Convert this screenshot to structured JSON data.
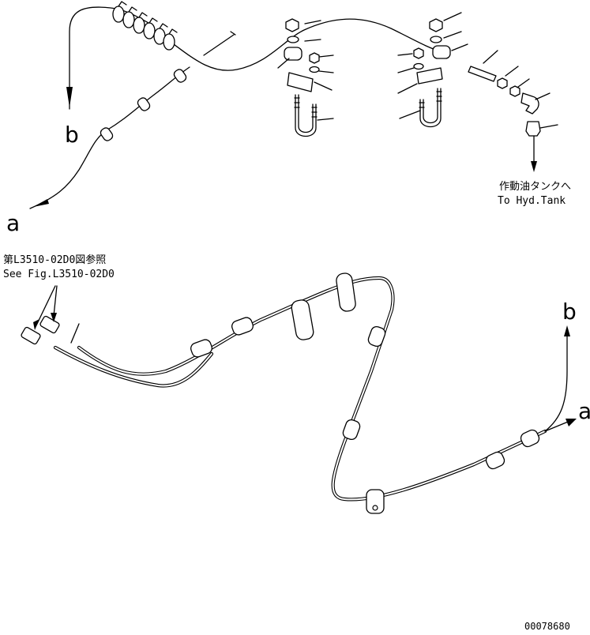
{
  "labels": {
    "b_top": "b",
    "a_top": "a",
    "b_bottom": "b",
    "a_bottom": "a"
  },
  "notes": {
    "tank_ja": "作動油タンクへ",
    "tank_en": "To Hyd.Tank",
    "ref_ja": "第L3510-02D0図参照",
    "ref_en": "See Fig.L3510-02D0"
  },
  "drawing_number": "00078680"
}
